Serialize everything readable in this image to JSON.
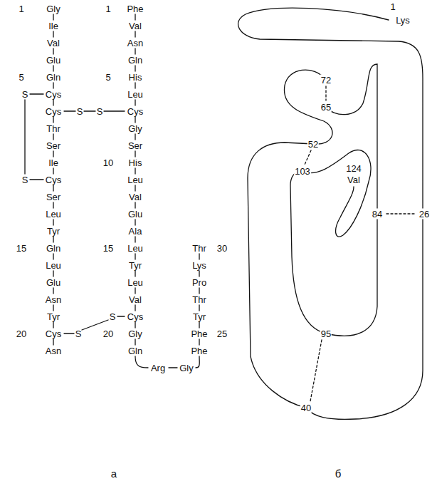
{
  "diagram": {
    "labels": [
      "1",
      "Gly",
      "Ile",
      "Val",
      "Glu",
      "5",
      "Gln",
      "S",
      "Cys",
      "Cys",
      "S",
      "S",
      "Thr",
      "Ser",
      "Ile",
      "S",
      "Cys",
      "Ser",
      "Leu",
      "Tyr",
      "15",
      "Gln",
      "Leu",
      "Glu",
      "Asn",
      "Tyr",
      "20",
      "Cys",
      "S",
      "Asn",
      "1",
      "Phe",
      "Val",
      "Asn",
      "Gln",
      "5",
      "His",
      "Leu",
      "Cys",
      "Gly",
      "Ser",
      "10",
      "His",
      "Leu",
      "Val",
      "Glu",
      "Ala",
      "15",
      "Leu",
      "Tyr",
      "Leu",
      "Val",
      "S",
      "Cys",
      "20",
      "Gly",
      "Gln",
      "Arg",
      "Gly",
      "Phe",
      "25",
      "Phe",
      "Tyr",
      "Thr",
      "Pro",
      "Lys",
      "30",
      "Thr",
      "1",
      "Lys",
      "72",
      "65",
      "52",
      "103",
      "124",
      "Val",
      "84",
      "26",
      "95",
      "40",
      "a",
      "б"
    ]
  }
}
